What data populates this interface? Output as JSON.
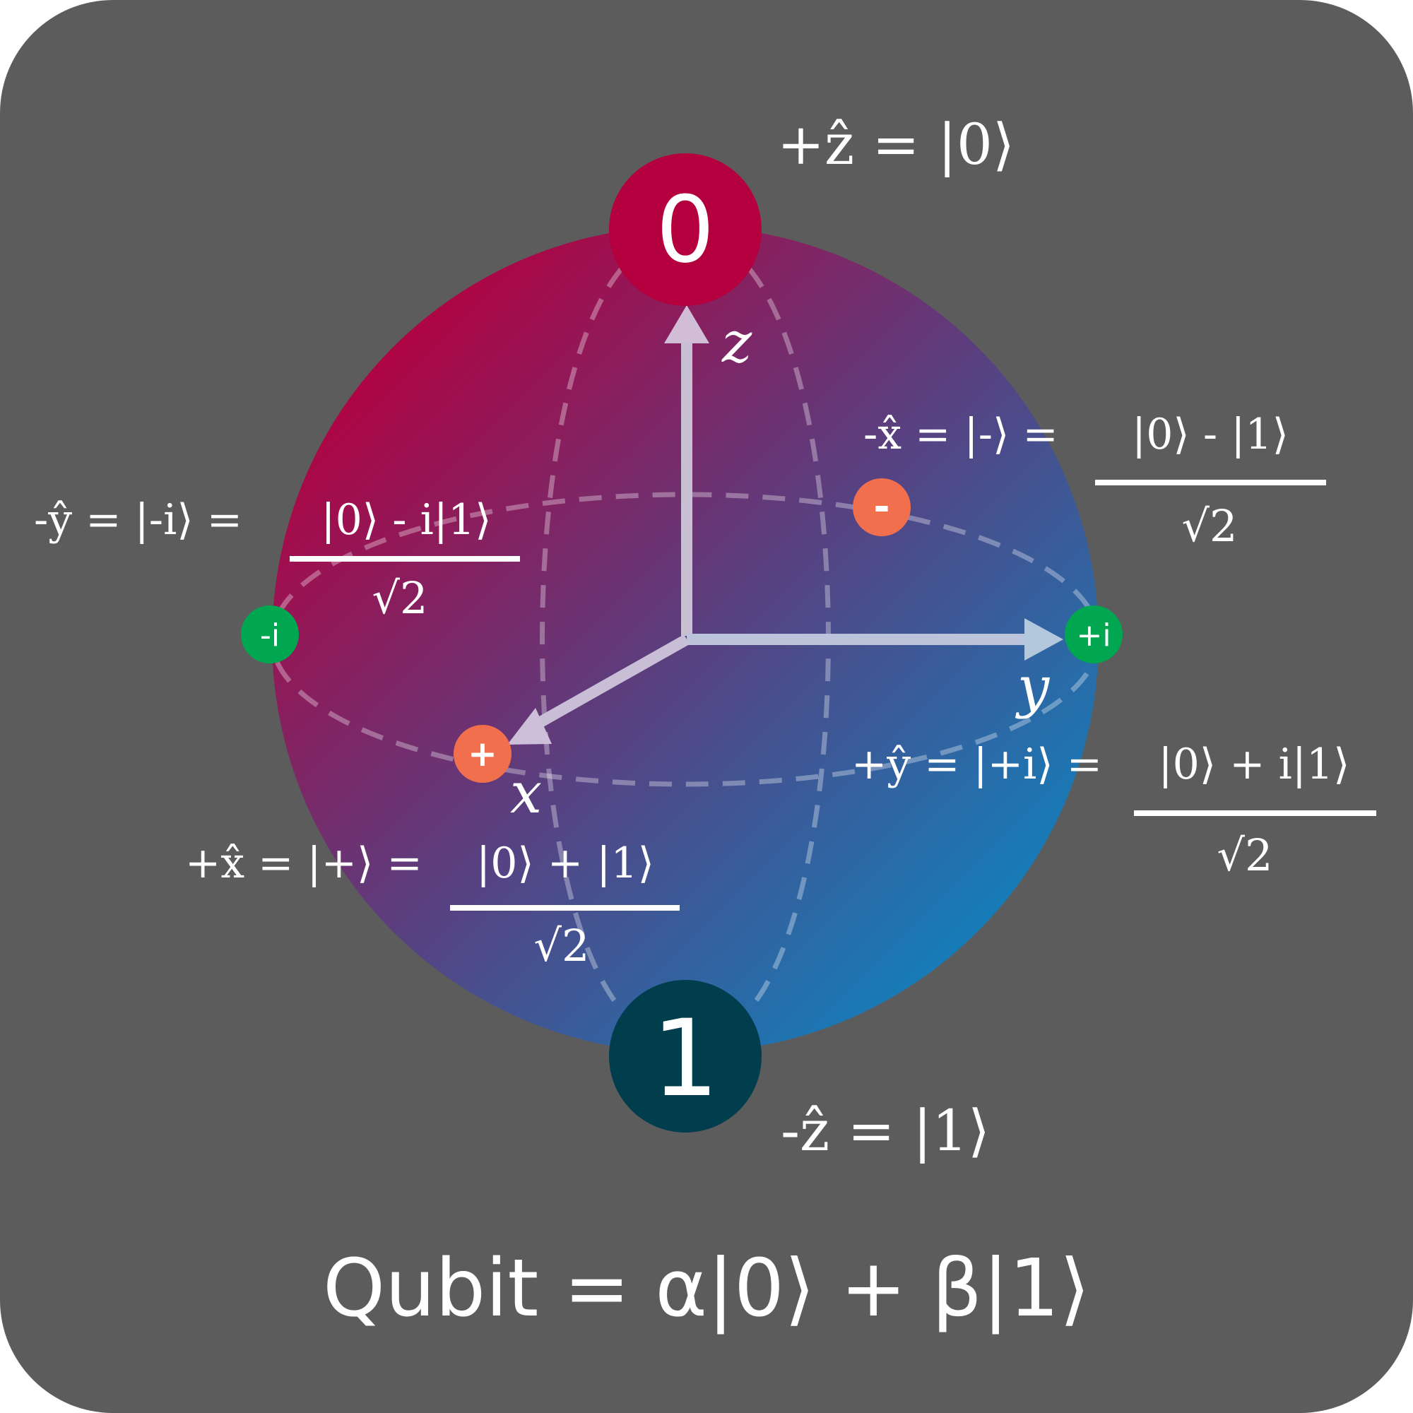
{
  "diagram": {
    "title": "Qubit = α|0⟩ + β|1⟩",
    "poles": {
      "top": {
        "label": "0",
        "state": "+ẑ = |0⟩",
        "color": "#b5003f"
      },
      "bottom": {
        "label": "1",
        "state": "-ẑ = |1⟩",
        "color": "#003e4e"
      }
    },
    "axes": {
      "z": "z",
      "y": "y",
      "x": "x"
    },
    "markers": {
      "plus": {
        "label": "+",
        "color": "#f26f4e"
      },
      "minus": {
        "label": "-",
        "color": "#f26f4e"
      },
      "plus_i": {
        "label": "+i",
        "color": "#00a650"
      },
      "minus_i": {
        "label": "-i",
        "color": "#00a650"
      }
    },
    "states": {
      "minus_x": {
        "lhs": "-x̂ = |-⟩ =",
        "numerator": "|0⟩ - |1⟩",
        "denominator": "√2"
      },
      "minus_y": {
        "lhs": "-ŷ = |-i⟩ =",
        "numerator": "|0⟩ - i|1⟩",
        "denominator": "√2"
      },
      "plus_y": {
        "lhs": "+ŷ = |+i⟩ =",
        "numerator": "|0⟩ + i|1⟩",
        "denominator": "√2"
      },
      "plus_x": {
        "lhs": "+x̂ = |+⟩ =",
        "numerator": "|0⟩ + |1⟩",
        "denominator": "√2"
      }
    },
    "colors": {
      "background": "#5c5c5c",
      "sphere_top_left": "#b5003f",
      "sphere_bottom_right": "#0d84bf"
    }
  }
}
